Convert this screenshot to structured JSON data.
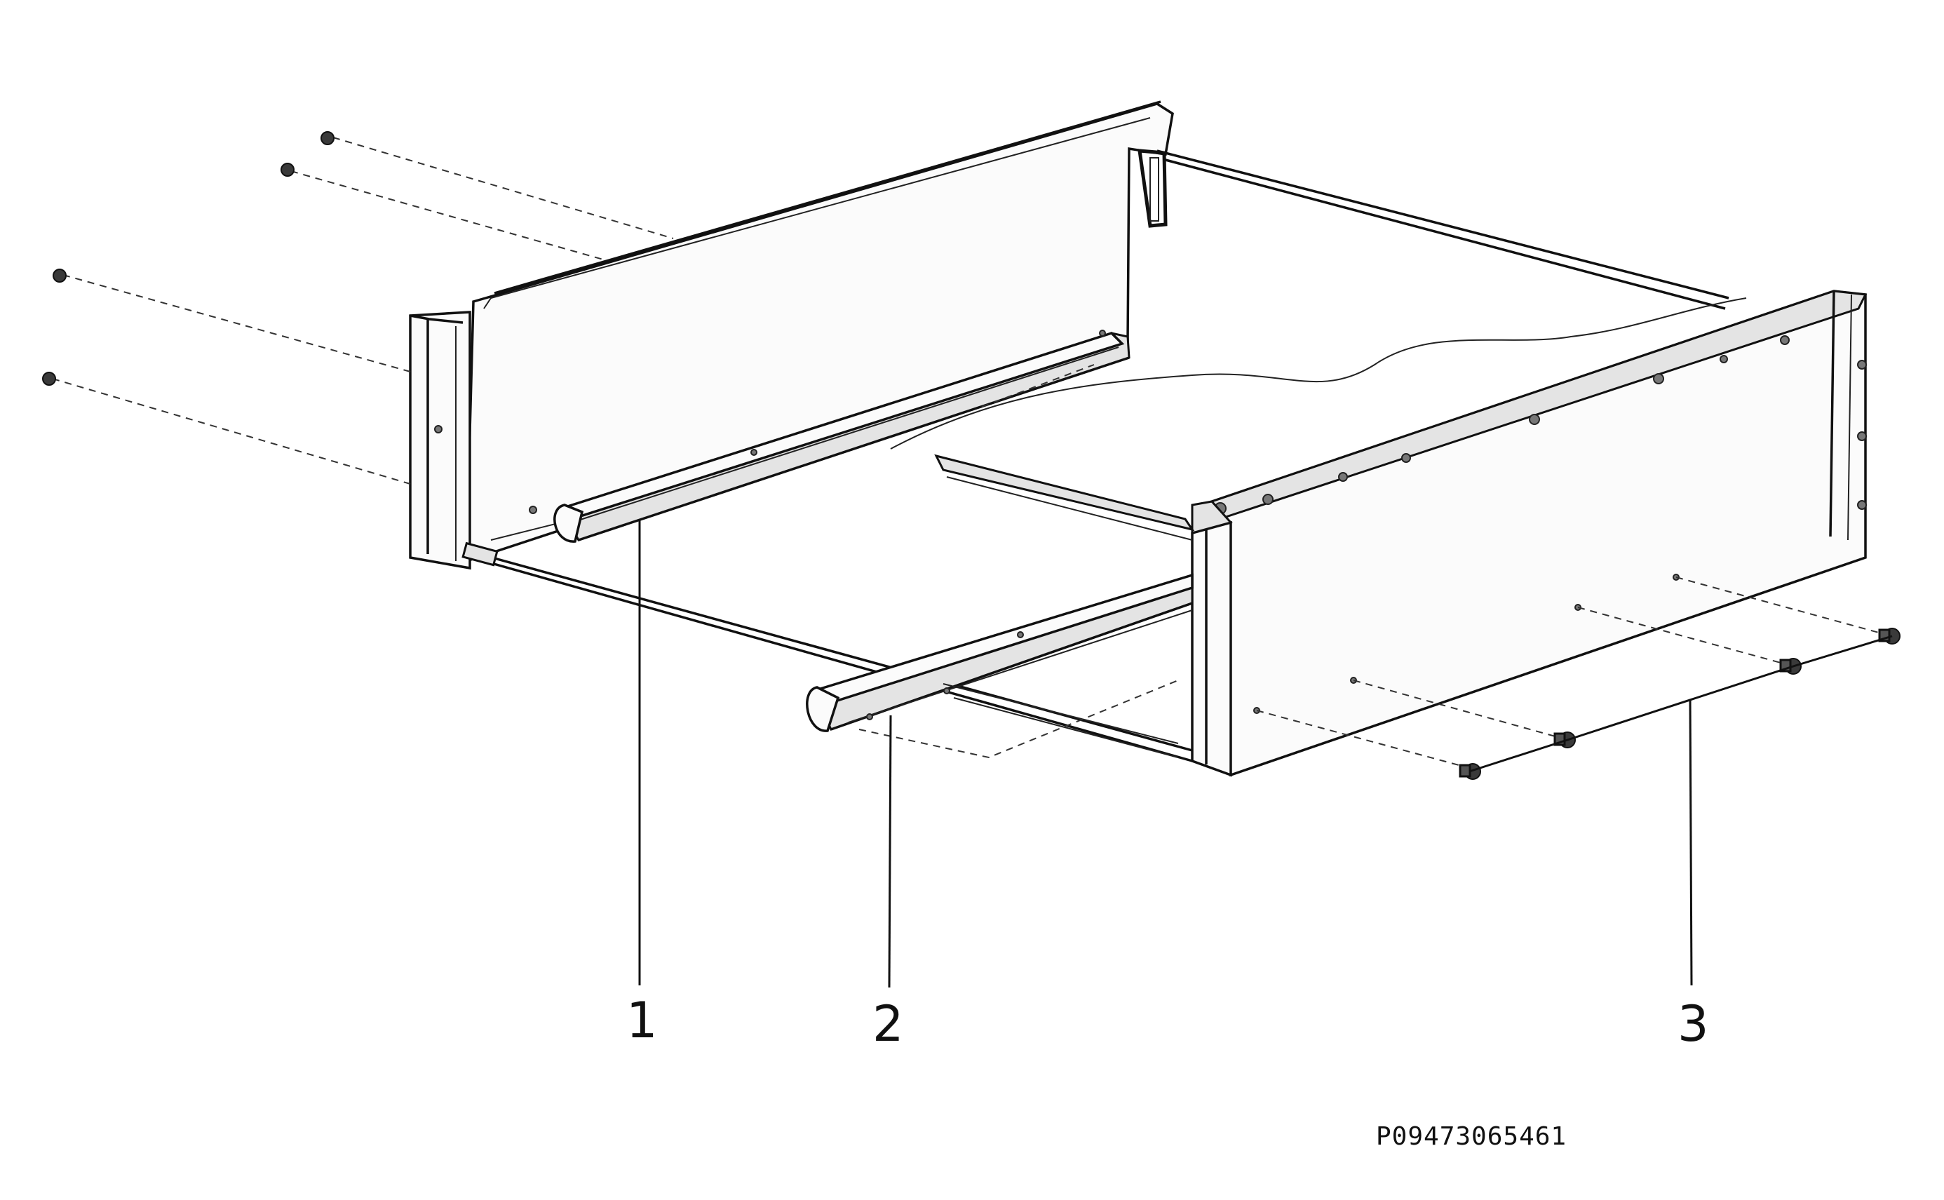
{
  "callouts": {
    "item_1": "1",
    "item_2": "2",
    "item_3": "3"
  },
  "drawing_code": "P09473065461"
}
